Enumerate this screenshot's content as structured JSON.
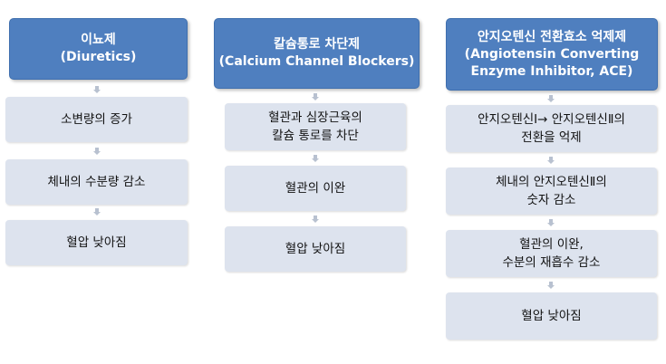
{
  "columns": [
    {
      "header": [
        "이뇨제",
        "(Diuretics)"
      ],
      "steps": [
        [
          "소변량의 증가"
        ],
        [
          "체내의 수분량 감소"
        ],
        [
          "혈압 낮아짐"
        ]
      ]
    },
    {
      "header": [
        "칼슘통로 차단제",
        "(Calcium Channel Blockers)"
      ],
      "steps": [
        [
          "혈관과 심장근육의",
          "칼슘 통로를 차단"
        ],
        [
          "혈관의 이완"
        ],
        [
          "혈압 낮아짐"
        ]
      ]
    },
    {
      "header": [
        "안지오텐신 전환효소 억제제",
        "(Angiotensin Converting",
        "Enzyme Inhibitor, ACE)"
      ],
      "steps": [
        [
          "안지오텐신Ⅰ→ 안지오텐신Ⅱ의",
          "전환을 억제"
        ],
        [
          "체내의 안지오텐신Ⅱ의",
          "숫자 감소"
        ],
        [
          "혈관의 이완,",
          "수분의 재흡수 감소"
        ],
        [
          "혈압 낮아짐"
        ]
      ]
    }
  ],
  "colors": {
    "header_bg": "#4f7fbf",
    "box_bg": "#dde3ee",
    "arrow": "#b8c1d0"
  }
}
